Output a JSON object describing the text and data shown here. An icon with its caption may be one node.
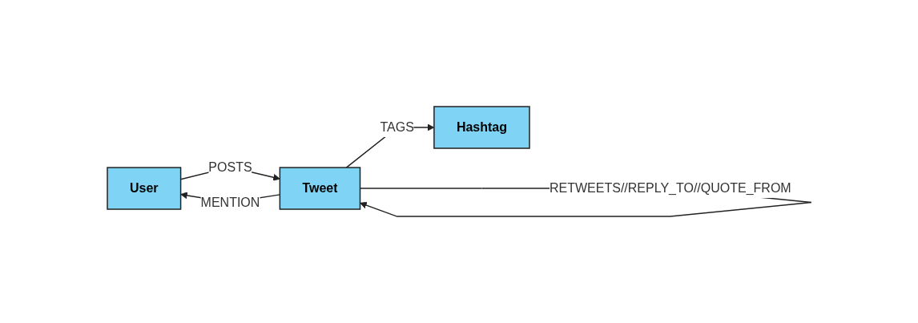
{
  "diagram": {
    "nodes": [
      {
        "text": [
          "User"
        ]
      },
      {
        "text": [
          "Tweet"
        ]
      },
      {
        "text": [
          "Hashtag"
        ]
      }
    ],
    "edges": [
      {
        "from": 1,
        "to": 0,
        "label": "MENTION",
        "arrow": "to"
      },
      {
        "from": 0,
        "to": 1,
        "label": "POSTS",
        "arrow": "to"
      },
      {
        "from": 1,
        "to": 1,
        "label": "RETWEETS//REPLY_TO//QUOTE_FROM",
        "arrow": "to"
      },
      {
        "from": 1,
        "to": 2,
        "label": "TAGS",
        "arrow": "to"
      }
    ]
  }
}
